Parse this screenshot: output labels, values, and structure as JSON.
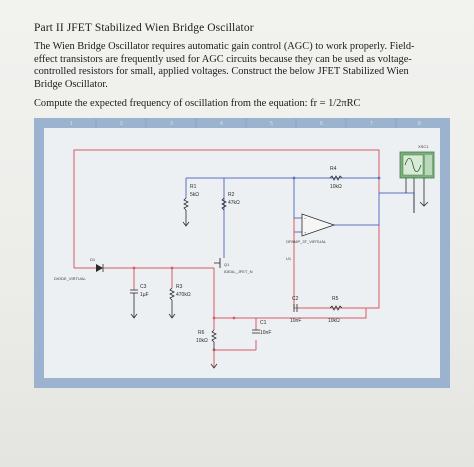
{
  "document": {
    "heading": "Part II JFET Stabilized Wien Bridge Oscillator",
    "paragraph": "The Wien Bridge Oscillator requires automatic gain control (AGC) to work properly. Field-effect transistors are frequently used for AGC circuits because they can be used as voltage-controlled resistors for small, applied voltages. Construct the below JFET Stabilized Wien Bridge Oscillator.",
    "prompt": "Compute the expected frequency of oscillation from the equation: fr = 1/2πRC"
  },
  "schematic": {
    "ruler_numbers": [
      "1",
      "2",
      "3",
      "4",
      "5",
      "6",
      "7",
      "8"
    ],
    "components": {
      "r1": {
        "ref": "R1",
        "value": "5kΩ"
      },
      "r2": {
        "ref": "R2",
        "value": "47kΩ"
      },
      "r3": {
        "ref": "R3",
        "value": "470kΩ"
      },
      "r4": {
        "ref": "R4",
        "value": "10kΩ"
      },
      "r5": {
        "ref": "R5",
        "value": "10kΩ"
      },
      "r6": {
        "ref": "R6",
        "value": "10kΩ"
      },
      "c1": {
        "ref": "C1",
        "value": "10nF"
      },
      "c2": {
        "ref": "C2",
        "value": "10nF"
      },
      "c3": {
        "ref": "C3",
        "value": "1µF"
      },
      "d1": {
        "ref": "D1",
        "value": "DIODE_VIRTUAL"
      },
      "q1": {
        "ref": "Q1",
        "value": "IDEAL_JFET_N"
      },
      "u1": {
        "ref": "U1",
        "value": "OPAMP_3T_VIRTUAL"
      },
      "xsc1": {
        "ref": "XSC1"
      }
    },
    "colors": {
      "wire_red": "#d85a66",
      "wire_blue": "#5a6fc0",
      "sheet": "#edf0f3",
      "frame_blue": "#9bb3cf",
      "scope_green": "#7ab07a"
    }
  }
}
